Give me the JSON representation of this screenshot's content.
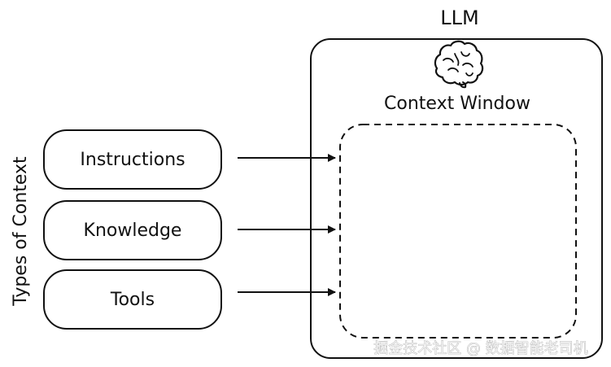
{
  "llm_label": "LLM",
  "context_window_label": "Context Window",
  "side_label": "Types of Context",
  "context_types": [
    "Instructions",
    "Knowledge",
    "Tools"
  ],
  "brain_icon": "brain-icon",
  "watermark": "掘金技术社区 @ 数据智能老司机",
  "colors": {
    "stroke": "#111111",
    "background": "#ffffff",
    "watermark": "#f2f2f2"
  }
}
